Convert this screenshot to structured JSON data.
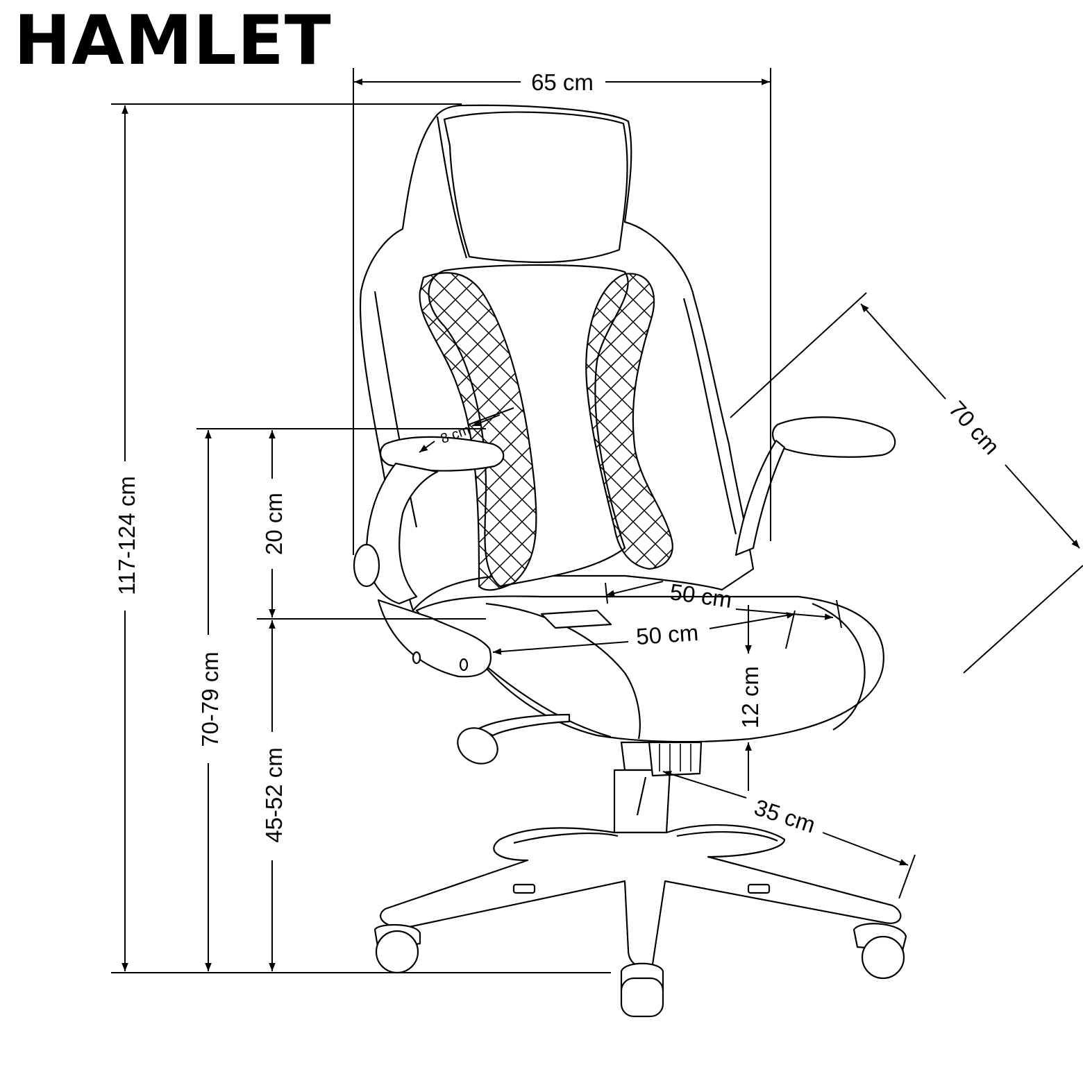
{
  "product": {
    "name": "HAMLET"
  },
  "dimensions": {
    "width": "65 cm",
    "total_height": "117-124 cm",
    "armrest_height": "70-79 cm",
    "seat_height": "45-52 cm",
    "armrest_to_seat": "20 cm",
    "armrest_width": "8 cm",
    "seat_depth": "50 cm",
    "seat_width": "50 cm",
    "seat_thickness": "12 cm",
    "base_radius": "35 cm",
    "depth": "70 cm"
  },
  "colors": {
    "line": "#000000",
    "fill": "#ffffff"
  }
}
